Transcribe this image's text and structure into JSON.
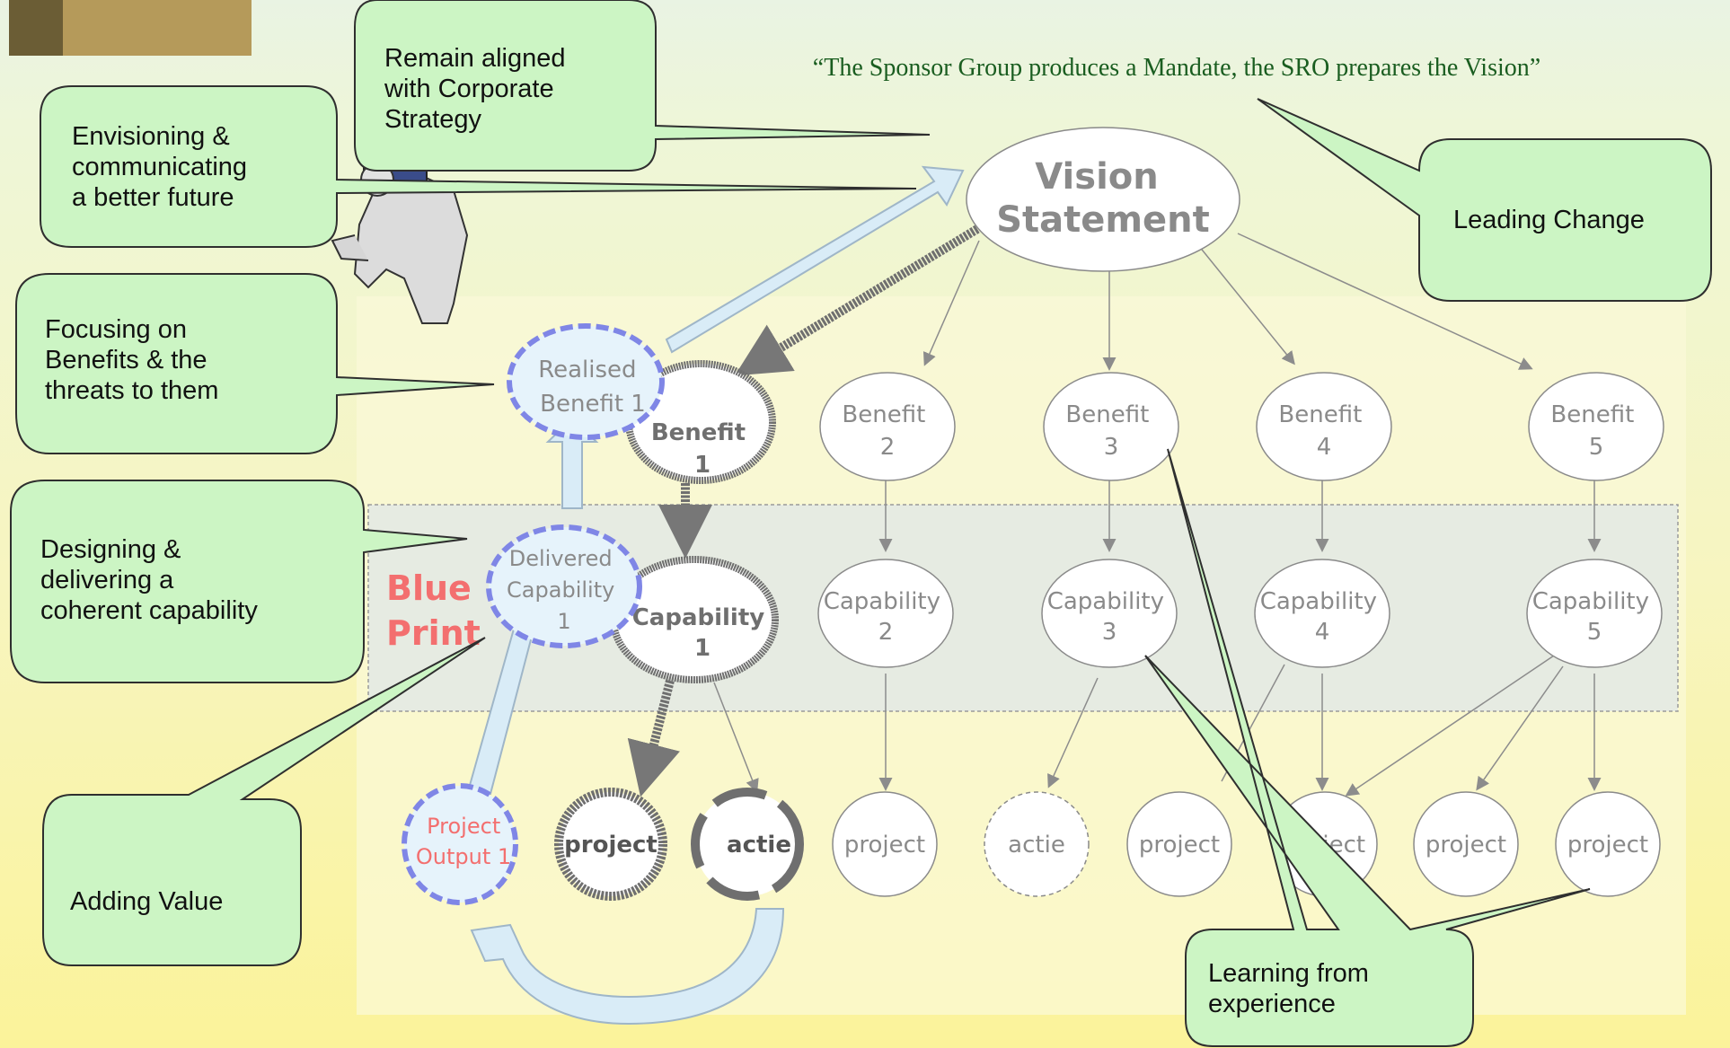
{
  "quote": "“The Sponsor Group produces a Mandate, the SRO prepares the Vision”",
  "vision": {
    "line1": "Vision",
    "line2": "Statement"
  },
  "blueprint": {
    "line1": "Blue",
    "line2": "Print"
  },
  "realised": [
    "Realised",
    "Benefit 1"
  ],
  "delivered": [
    "Delivered",
    "Capability",
    "1"
  ],
  "project_output": [
    "Project",
    "Output 1"
  ],
  "benefits": [
    {
      "l1": "Benefit",
      "l2": "1"
    },
    {
      "l1": "Benefit",
      "l2": "2"
    },
    {
      "l1": "Benefit",
      "l2": "3"
    },
    {
      "l1": "Benefit",
      "l2": "4"
    },
    {
      "l1": "Benefit",
      "l2": "5"
    }
  ],
  "capabilities": [
    {
      "l1": "Capability",
      "l2": "1"
    },
    {
      "l1": "Capability",
      "l2": "2"
    },
    {
      "l1": "Capability",
      "l2": "3"
    },
    {
      "l1": "Capability",
      "l2": "4"
    },
    {
      "l1": "Capability",
      "l2": "5"
    }
  ],
  "bottom_nodes": [
    "project",
    "actie",
    "project",
    "actie",
    "project",
    "project",
    "project",
    "project"
  ],
  "callouts": {
    "remain_aligned": [
      "Remain aligned",
      "with Corporate",
      "Strategy"
    ],
    "envisioning": [
      "Envisioning &",
      "communicating",
      "a better future"
    ],
    "leading_change": [
      "Leading Change"
    ],
    "focusing": [
      "Focusing on",
      "Benefits & the",
      "threats to them"
    ],
    "designing": [
      "Designing &",
      "delivering a",
      "coherent capability"
    ],
    "adding_value": [
      "Adding Value"
    ],
    "learning": [
      "Learning from",
      "experience"
    ]
  },
  "colors": {
    "callout_fill": "#ccf5c4",
    "callout_stroke": "#2f2f2f",
    "node_stroke": "#8a8a8a",
    "dashed_blue": "#7f86e6",
    "blueprint_text": "#f36f6f",
    "quote_text": "#1a5d20"
  }
}
